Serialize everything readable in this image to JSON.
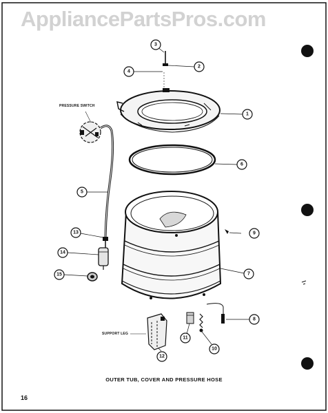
{
  "watermark": "AppliancePartsPros.com",
  "caption": "OUTER TUB, COVER AND PRESSURE HOSE",
  "page_number": "16",
  "labels": {
    "pressure_switch": "PRESSURE SWITCH",
    "support_leg": "SUPPORT LEG"
  },
  "callouts": [
    "1",
    "2",
    "3",
    "4",
    "5",
    "6",
    "7",
    "8",
    "9",
    "10",
    "11",
    "12",
    "13",
    "14",
    "15"
  ]
}
